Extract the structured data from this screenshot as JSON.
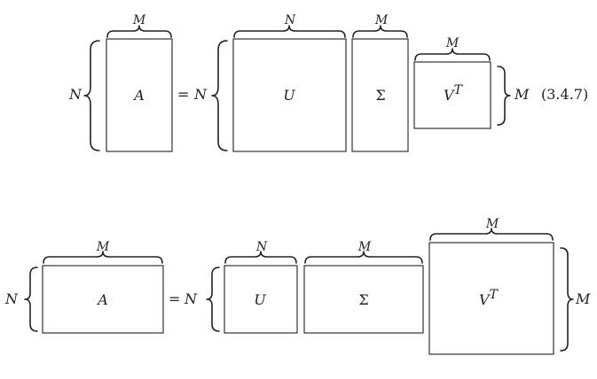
{
  "diagram_top": {
    "matrix_A": "A",
    "matrix_U": "U",
    "matrix_Sigma": "Σ",
    "matrix_VT_base": "V",
    "matrix_VT_sup": "T",
    "equals": "=",
    "dim_left_A": "N",
    "dim_left_U": "N",
    "dim_top_A": "M",
    "dim_top_U": "N",
    "dim_top_Sigma": "M",
    "dim_top_VT": "M",
    "dim_right_VT": "M",
    "equation_number": "(3.4.7)"
  },
  "diagram_bottom": {
    "matrix_A": "A",
    "matrix_U": "U",
    "matrix_Sigma": "Σ",
    "matrix_VT_base": "V",
    "matrix_VT_sup": "T",
    "equals": "=",
    "dim_left_A": "N",
    "dim_left_U": "N",
    "dim_top_A": "M",
    "dim_top_U": "N",
    "dim_top_Sigma": "M",
    "dim_top_VT": "M",
    "dim_right_VT": "M"
  }
}
